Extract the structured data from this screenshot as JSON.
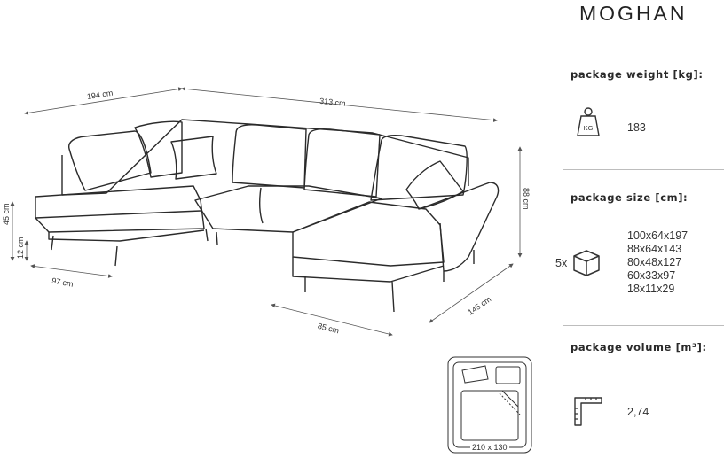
{
  "product": {
    "name": "MOGHAN"
  },
  "dimensions": {
    "back_left_width": "194 cm",
    "total_width": "313 cm",
    "height": "88 cm",
    "seat_height": "45 cm",
    "leg_height": "12 cm",
    "left_depth": "97 cm",
    "chaise_width": "85 cm",
    "chaise_depth": "145 cm",
    "bed_size": "210 x 130"
  },
  "package_weight": {
    "label": "package weight [kg]:",
    "icon": "weight-kg-icon",
    "icon_text": "KG",
    "value": "183"
  },
  "package_size": {
    "label": "package size [cm]:",
    "icon": "box-icon",
    "count": "5x",
    "items": [
      "100x64x197",
      "88x64x143",
      "80x48x127",
      "60x33x97",
      "18x11x29"
    ]
  },
  "package_volume": {
    "label": "package volume [m³]:",
    "icon": "volume-ruler-icon",
    "value": "2,74"
  }
}
